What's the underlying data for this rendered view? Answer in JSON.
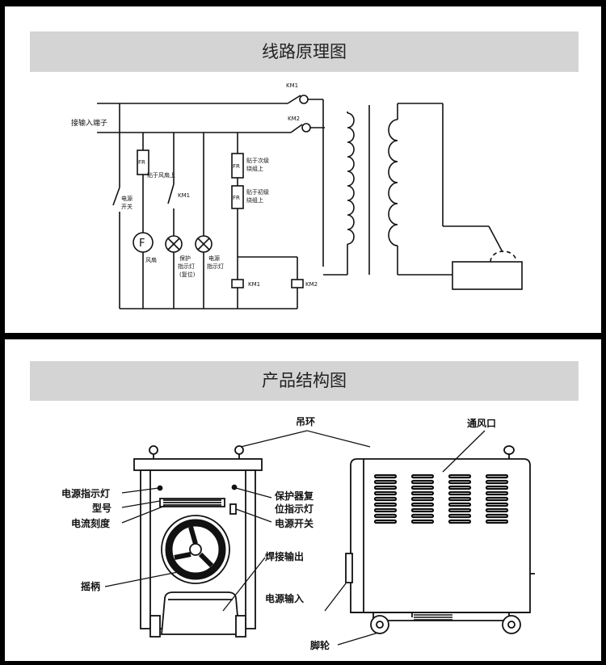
{
  "circuit": {
    "title": "线路原理图",
    "labels": {
      "km1_top": "KM1",
      "km2_top": "KM2",
      "input_terminal": "接输入端子",
      "power_switch_l1": "电源",
      "power_switch_l2": "开关",
      "fr_fan": "FR",
      "fan_note": "贴于风扇上",
      "km1_contact": "KM1",
      "fan_symbol": "F",
      "fan_label": "风扇",
      "prot_l1": "保护",
      "prot_l2": "指示灯",
      "prot_l3": "(复位)",
      "pwr_l1": "电源",
      "pwr_l2": "指示灯",
      "fr_sec": "FR",
      "sec_l1": "贴于次级",
      "sec_l2": "绕组上",
      "fr_pri": "FR",
      "pri_l1": "贴于初级",
      "pri_l2": "绕组上",
      "coil_km1": "KM1",
      "coil_km2": "KM2"
    }
  },
  "structure": {
    "title": "产品结构图",
    "labels": {
      "lifting_ring": "吊环",
      "vent": "通风口",
      "power_indicator": "电源指示灯",
      "model": "型号",
      "current_scale": "电流刻度",
      "protector_l1": "保护器复",
      "protector_l2": "位指示灯",
      "power_switch": "电源开关",
      "weld_output": "焊接输出",
      "crank": "摇柄",
      "power_input": "电源输入",
      "caster": "脚轮"
    }
  }
}
